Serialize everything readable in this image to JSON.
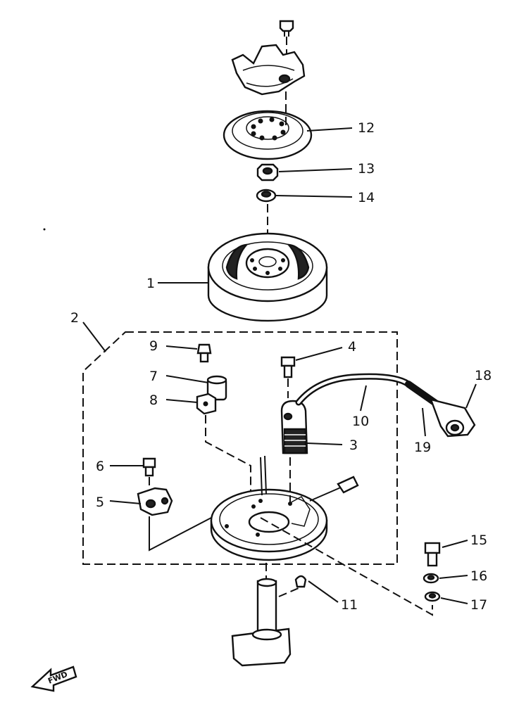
{
  "labels": {
    "l1": "1",
    "l2": "2",
    "l3": "3",
    "l4": "4",
    "l5": "5",
    "l6": "6",
    "l7": "7",
    "l8": "8",
    "l9": "9",
    "l10": "10",
    "l11": "11",
    "l12": "12",
    "l13": "13",
    "l14": "14",
    "l15": "15",
    "l16": "16",
    "l17": "17",
    "l18": "18",
    "l19": "19"
  },
  "fwd_label": "FWD"
}
